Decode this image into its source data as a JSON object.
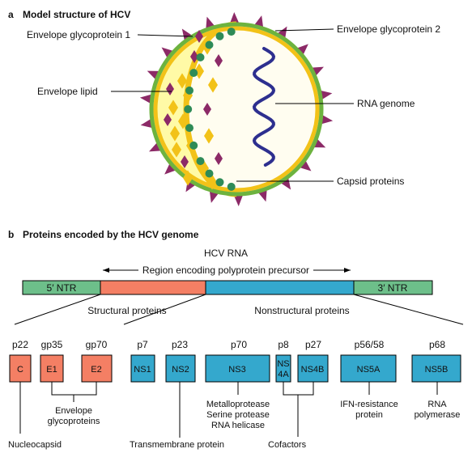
{
  "panel_a": {
    "letter": "a",
    "title": "Model structure of HCV",
    "labels": {
      "envelope_glycoprotein_1": "Envelope glycoprotein 1",
      "envelope_glycoprotein_2": "Envelope glycoprotein 2",
      "envelope_lipid": "Envelope lipid",
      "rna_genome": "RNA genome",
      "capsid_proteins": "Capsid proteins"
    }
  },
  "panel_b": {
    "letter": "b",
    "title": "Proteins encoded by the HCV genome",
    "rna_title": "HCV RNA",
    "region_label": "Region encoding polyprotein precursor",
    "utr_5": "5′ NTR",
    "utr_3": "3′ NTR",
    "structural_label": "Structural proteins",
    "nonstructural_label": "Nonstructural proteins",
    "proteins": [
      {
        "mass": "p22",
        "name": "C"
      },
      {
        "mass": "gp35",
        "name": "E1"
      },
      {
        "mass": "gp70",
        "name": "E2"
      },
      {
        "mass": "p7",
        "name": "NS1"
      },
      {
        "mass": "p23",
        "name": "NS2"
      },
      {
        "mass": "p70",
        "name": "NS3"
      },
      {
        "mass": "p8",
        "name_line1": "NS",
        "name_line2": "4A"
      },
      {
        "mass": "p27",
        "name": "NS4B"
      },
      {
        "mass": "p56/58",
        "name": "NS5A"
      },
      {
        "mass": "p68",
        "name": "NS5B"
      }
    ],
    "functions": {
      "nucleocapsid": "Nucleocapsid",
      "envelope_line1": "Envelope",
      "envelope_line2": "glycoproteins",
      "transmembrane": "Transmembrane protein",
      "ns3_line1": "Metalloprotease",
      "ns3_line2": "Serine protease",
      "ns3_line3": "RNA helicase",
      "cofactors": "Cofactors",
      "ns5a_line1": "IFN-resistance",
      "ns5a_line2": "protein",
      "ns5b_line1": "RNA",
      "ns5b_line2": "polymerase"
    }
  },
  "colors": {
    "ntr": "#6dbf8a",
    "structural": "#f47f64",
    "nonstructural": "#34a8cd",
    "envelope_ring": "#6db33f",
    "lipid_fill": "#fff59a",
    "lipid_diamond": "#f2c218",
    "glycoprotein": "#8c2a67",
    "capsid_dot": "#2e8b57",
    "rna": "#2d2f8f"
  }
}
